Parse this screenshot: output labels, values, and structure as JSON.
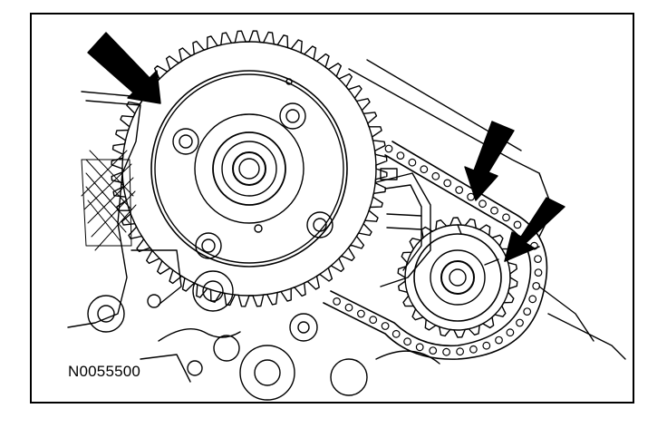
{
  "figure": {
    "id_label": "N0055500",
    "ink_color": "#000000",
    "paper_color": "#ffffff",
    "callouts": [
      "arrow-upper-left",
      "arrow-upper-right",
      "arrow-right"
    ]
  }
}
